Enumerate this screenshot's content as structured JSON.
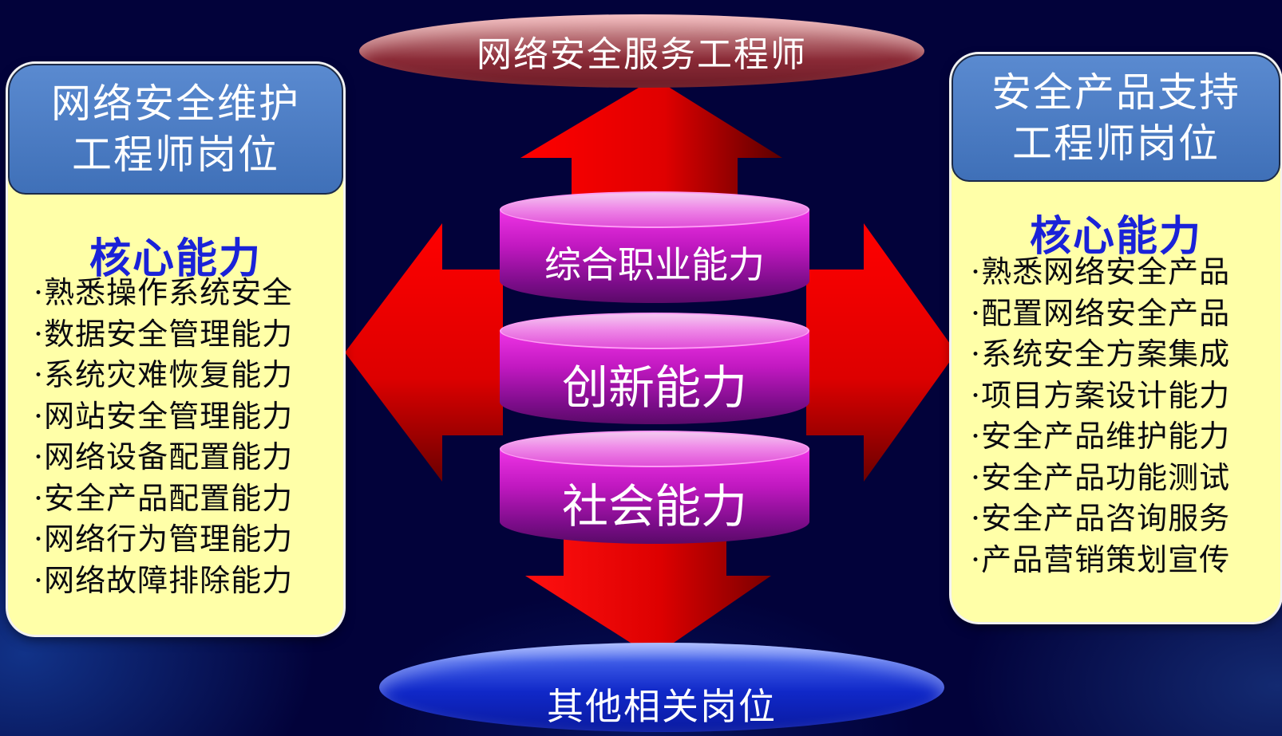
{
  "center": {
    "top_node": "网络安全服务工程师",
    "bottom_node": "其他相关岗位",
    "layers": [
      "综合职业能力",
      "创新能力",
      "社会能力"
    ]
  },
  "left_panel": {
    "title_line1": "网络安全维护",
    "title_line2": "工程师岗位",
    "core_title": "核心能力",
    "items": [
      "·熟悉操作系统安全",
      "·数据安全管理能力",
      "·系统灾难恢复能力",
      "·网站安全管理能力",
      "·网络设备配置能力",
      "·安全产品配置能力",
      "·网络行为管理能力",
      "·网络故障排除能力"
    ]
  },
  "right_panel": {
    "title_line1": "安全产品支持",
    "title_line2": "工程师岗位",
    "core_title": "核心能力",
    "items": [
      "·熟悉网络安全产品",
      "·配置网络安全产品",
      "·系统安全方案集成",
      "·项目方案设计能力",
      "·安全产品维护能力",
      "·安全产品功能测试",
      "·安全产品咨询服务",
      "·产品营销策划宣传"
    ]
  },
  "colors": {
    "background": "#02023a",
    "arrow_red": "#ff0000",
    "panel_fill": "#ffffa8",
    "panel_header": "#4a7cc4",
    "core_title": "#1a22d8",
    "cylinder_magenta": "#c018c0",
    "top_disc": "#8a2a36",
    "bottom_disc": "#1028c8"
  }
}
